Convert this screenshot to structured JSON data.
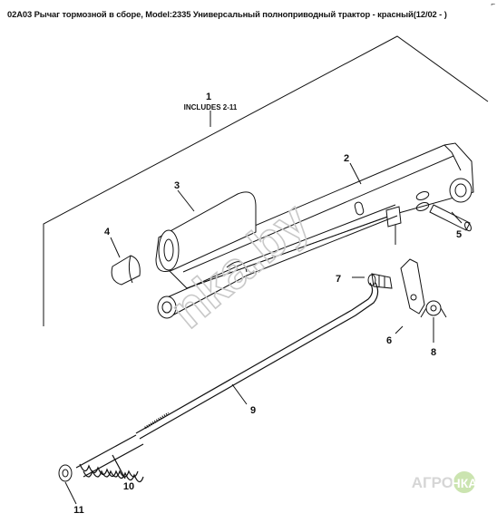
{
  "header": {
    "title": "02A03 Рычаг тормозной в сборе, Model:2335 Универсальный полноприводный трактор - красный(12/02 - )"
  },
  "diagram": {
    "assembly_note": "INCLUDES 2-11",
    "callouts": [
      "1",
      "2",
      "3",
      "4",
      "5",
      "6",
      "7",
      "8",
      "9",
      "10",
      "11"
    ]
  },
  "watermarks": {
    "center": "nka.by",
    "logo_left": "АГРО",
    "logo_right": "НКА"
  },
  "colors": {
    "line": "#111111",
    "watermark": "#cfcfcf",
    "logo_green": "#8bc34a"
  }
}
